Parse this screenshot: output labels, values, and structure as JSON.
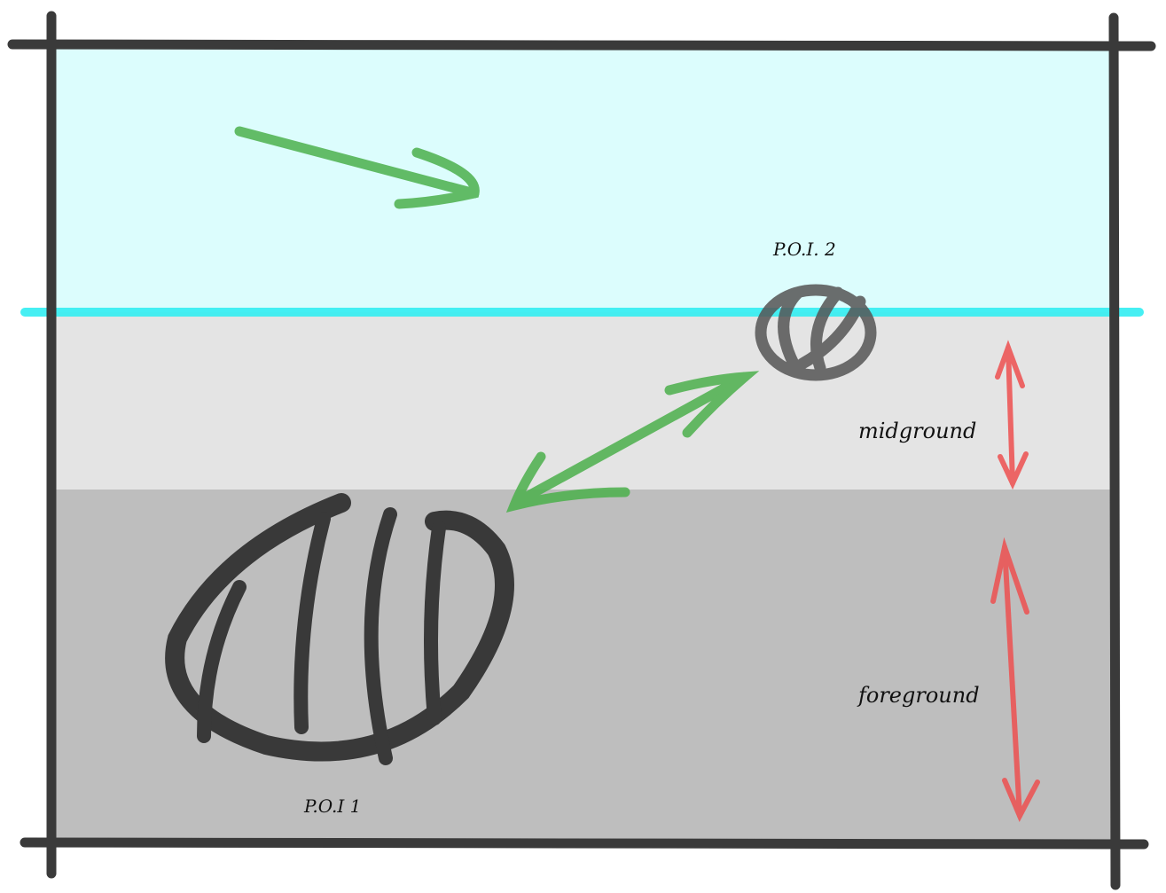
{
  "labels": {
    "poi2": "P.O.I. 2",
    "poi1": "P.O.I 1",
    "midground": "midground",
    "foreground": "foreground"
  },
  "colors": {
    "sky": "#dcfdfd",
    "horizon": "#33eef2",
    "midground": "#e4e4e4",
    "foreground": "#bebebe",
    "frame": "#3a3a3a",
    "arrow_green": "#4cb04c",
    "arrow_red": "#ee5050"
  }
}
